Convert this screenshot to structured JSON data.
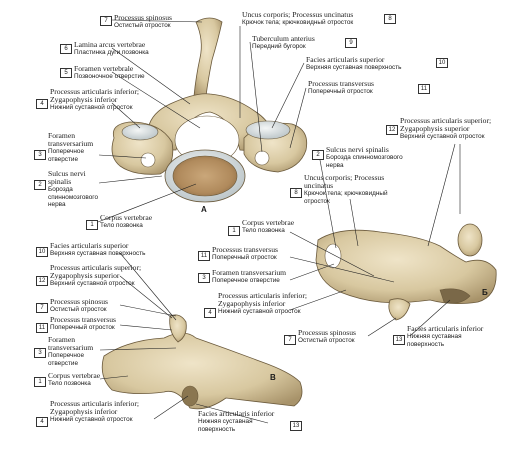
{
  "views": {
    "a": "А",
    "b": "Б",
    "v": "В"
  },
  "labels": [
    {
      "n": "7",
      "la": "Processus spinosus",
      "ru": "Остистый отросток"
    },
    {
      "n": "6",
      "la": "Lamina arcus vertebrae",
      "ru": "Пластинка дуги позвонка"
    },
    {
      "n": "5",
      "la": "Foramen vertebrale",
      "ru": "Позвоночное отверстие"
    },
    {
      "n": "4",
      "la": "Processus articularis inferior; Zygapophysis inferior",
      "ru": "Нижний суставной отросток"
    },
    {
      "n": "3",
      "la": "Foramen transversarium",
      "ru": "Поперечное отверстие"
    },
    {
      "n": "2",
      "la": "Sulcus nervi spinalis",
      "ru": "Борозда спинномозгового нерва"
    },
    {
      "n": "1",
      "la": "Corpus vertebrae",
      "ru": "Тело позвонка"
    },
    {
      "n": "8",
      "la": "Uncus corporis; Processus uncinatus",
      "ru": "Крючок тела; крючковидный отросток"
    },
    {
      "n": "9",
      "la": "Tuberculum anterius",
      "ru": "Передний бугорок"
    },
    {
      "n": "10",
      "la": "Facies articularis superior",
      "ru": "Верхняя суставная поверхность"
    },
    {
      "n": "11",
      "la": "Processus transversus",
      "ru": "Поперечный отросток"
    },
    {
      "n": "12",
      "la": "Processus articularis superior; Zygapophysis superior",
      "ru": "Верхний суставной отросток"
    },
    {
      "n": "2",
      "la": "Sulcus nervi spinalis",
      "ru": "Борозда спинномозгового нерва"
    },
    {
      "n": "8",
      "la": "Uncus corporis; Processus uncinatus",
      "ru": "Крючок тела; крючковидный отросток"
    },
    {
      "n": "1",
      "la": "Corpus vertebrae",
      "ru": "Тело позвонка"
    },
    {
      "n": "11",
      "la": "Processus transversus",
      "ru": "Поперечный отросток"
    },
    {
      "n": "3",
      "la": "Foramen transversarium",
      "ru": "Поперечное отверстие"
    },
    {
      "n": "4",
      "la": "Processus articularis inferior; Zygapophysis inferior",
      "ru": "Нижний суставной отросток"
    },
    {
      "n": "7",
      "la": "Processus spinosus",
      "ru": "Остистый отросток"
    },
    {
      "n": "13",
      "la": "Facies articularis inferior",
      "ru": "Нижняя суставная поверхность"
    },
    {
      "n": "10",
      "la": "Facies articularis superior",
      "ru": "Верхняя суставная поверхность"
    },
    {
      "n": "12",
      "la": "Processus articularis superior; Zygapophysis superior",
      "ru": "Верхний суставной отросток"
    },
    {
      "n": "7",
      "la": "Processus spinosus",
      "ru": "Остистый отросток"
    },
    {
      "n": "11",
      "la": "Processus transversus",
      "ru": "Поперечный отросток"
    },
    {
      "n": "3",
      "la": "Foramen transversarium",
      "ru": "Поперечное отверстие"
    },
    {
      "n": "1",
      "la": "Corpus vertebrae",
      "ru": "Тело позвонка"
    },
    {
      "n": "4",
      "la": "Processus articularis inferior; Zygapophysis inferior",
      "ru": "Нижний суставной отросток"
    },
    {
      "n": "13",
      "la": "Facies articularis inferior",
      "ru": "Нижняя суставная поверхность"
    }
  ]
}
